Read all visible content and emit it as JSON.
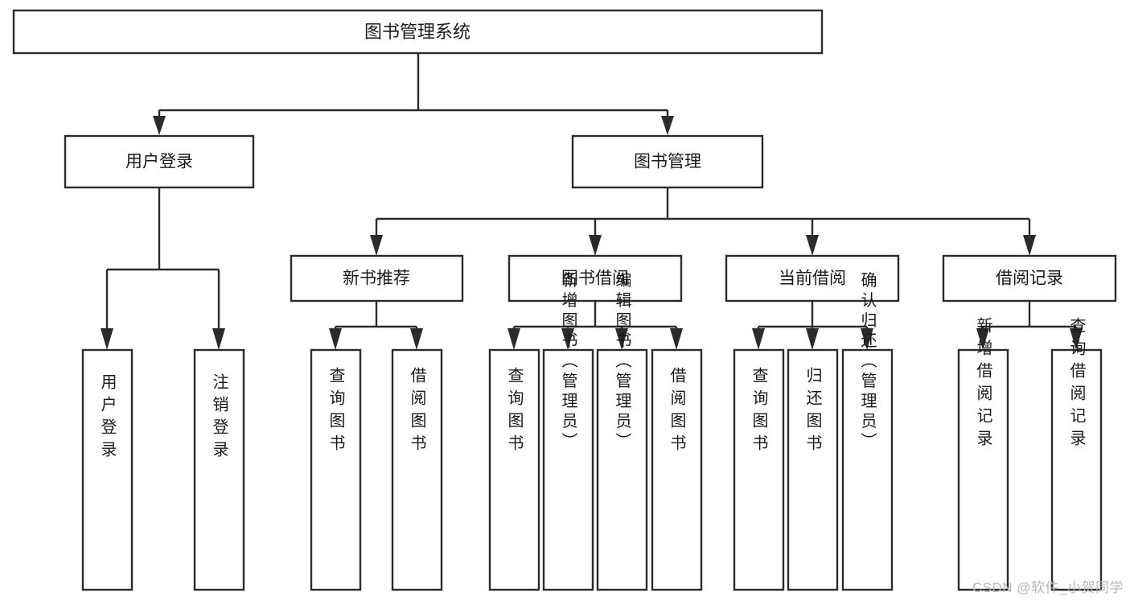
{
  "diagram": {
    "type": "tree-hierarchy-chart",
    "title": "图书管理系统",
    "watermark": "CSDN @软件_小贺同学",
    "colors": {
      "background": "#ffffff",
      "box_stroke": "#2b2b2b",
      "box_fill": "#ffffff",
      "text": "#1a1a1a",
      "watermark": "#b9b9b9"
    },
    "levels": {
      "root": {
        "label": "图书管理系统"
      },
      "level2": [
        {
          "id": "user-login",
          "label": "用户登录"
        },
        {
          "id": "book-management",
          "label": "图书管理"
        }
      ],
      "level3": [
        {
          "id": "new-book-recommend",
          "label": "新书推荐",
          "parent": "book-management"
        },
        {
          "id": "book-borrow",
          "label": "图书借阅",
          "parent": "book-management"
        },
        {
          "id": "current-borrow",
          "label": "当前借阅",
          "parent": "book-management"
        },
        {
          "id": "borrow-record",
          "label": "借阅记录",
          "parent": "book-management"
        }
      ],
      "leaves": [
        {
          "id": "leaf-user-login",
          "label": "用户登录",
          "parent": "user-login"
        },
        {
          "id": "leaf-logout",
          "label": "注销登录",
          "parent": "user-login"
        },
        {
          "id": "leaf-query-book-1",
          "label": "查询图书",
          "parent": "new-book-recommend"
        },
        {
          "id": "leaf-borrow-book-1",
          "label": "借阅图书",
          "parent": "new-book-recommend"
        },
        {
          "id": "leaf-query-book-2",
          "label": "查询图书",
          "parent": "book-borrow"
        },
        {
          "id": "leaf-add-book",
          "label": "新增图书（管理员）",
          "parent": "book-borrow"
        },
        {
          "id": "leaf-edit-book",
          "label": "编辑图书（管理员）",
          "parent": "book-borrow"
        },
        {
          "id": "leaf-borrow-book-2",
          "label": "借阅图书",
          "parent": "book-borrow"
        },
        {
          "id": "leaf-query-book-3",
          "label": "查询图书",
          "parent": "current-borrow"
        },
        {
          "id": "leaf-return-book",
          "label": "归还图书",
          "parent": "current-borrow"
        },
        {
          "id": "leaf-confirm-return",
          "label": "确认归还（管理员）",
          "parent": "current-borrow"
        },
        {
          "id": "leaf-add-record",
          "label": "新增借阅记录",
          "parent": "borrow-record"
        },
        {
          "id": "leaf-query-record",
          "label": "查询借阅记录",
          "parent": "borrow-record"
        }
      ]
    }
  }
}
